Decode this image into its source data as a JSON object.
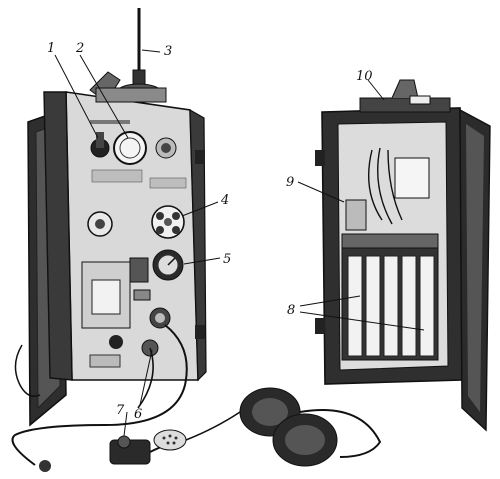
{
  "figure": {
    "callouts": [
      {
        "id": "1",
        "label": "1"
      },
      {
        "id": "2",
        "label": "2"
      },
      {
        "id": "3",
        "label": "3"
      },
      {
        "id": "4",
        "label": "4"
      },
      {
        "id": "5",
        "label": "5"
      },
      {
        "id": "6",
        "label": "6"
      },
      {
        "id": "7",
        "label": "7"
      },
      {
        "id": "8",
        "label": "8"
      },
      {
        "id": "9",
        "label": "9"
      },
      {
        "id": "10",
        "label": "10"
      }
    ]
  },
  "colors": {
    "ink": "#111111",
    "case_dark": "#2a2a2a",
    "panel_light": "#e6e6e6",
    "paper": "#ffffff"
  }
}
